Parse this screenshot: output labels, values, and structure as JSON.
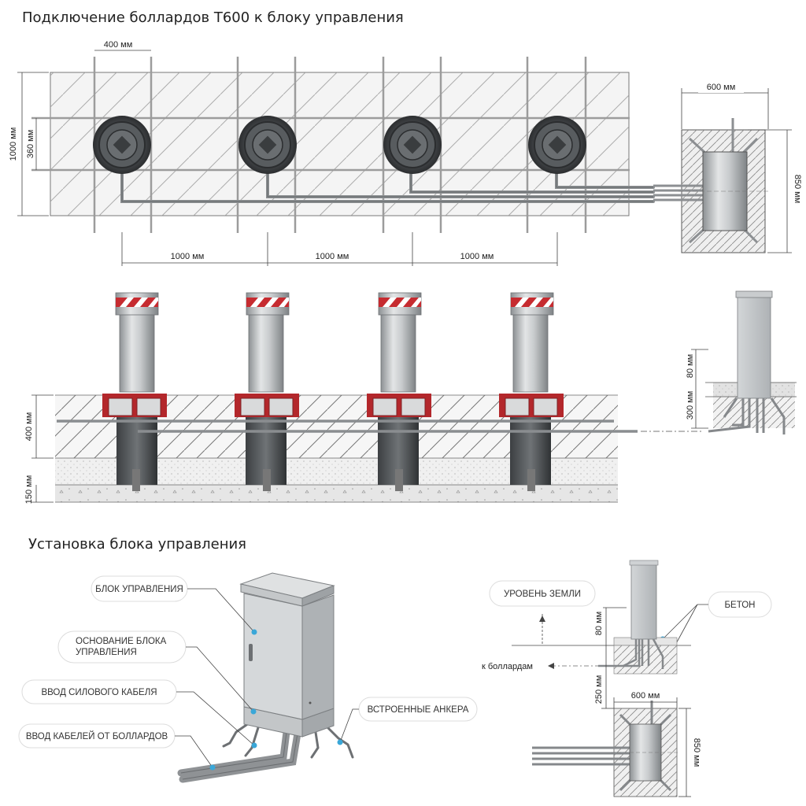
{
  "title_top": "Подключение боллардов Т600 к блоку управления",
  "title_bottom": "Установка блока управления",
  "plan": {
    "dim_400": "400 мм",
    "dim_1000_height": "1000 мм",
    "dim_360": "360 мм",
    "dim_1000_spacing": [
      "1000 мм",
      "1000 мм",
      "1000 мм"
    ],
    "dim_600": "600 мм",
    "dim_850": "850 мм"
  },
  "elevation": {
    "dim_400": "400 мм",
    "dim_150": "150 мм",
    "dim_80": "80 мм",
    "dim_300": "300 мм"
  },
  "installation": {
    "callouts": {
      "control_unit": "БЛОК УПРАВЛЕНИЯ",
      "unit_base": [
        "ОСНОВАНИЕ БЛОКА",
        "УПРАВЛЕНИЯ"
      ],
      "power_cable_inlet": "ВВОД СИЛОВОГО КАБЕЛЯ",
      "bollard_cable_inlet": "ВВОД КАБЕЛЕЙ ОТ БОЛЛАРДОВ",
      "built_in_anchors": "ВСТРОЕННЫЕ АНКЕРА",
      "ground_level": "УРОВЕНЬ ЗЕМЛИ",
      "concrete": "БЕТОН"
    },
    "to_bollards": "к боллардам",
    "dim_80": "80 мм",
    "dim_250": "250 мм",
    "dim_600": "600 мм",
    "dim_850": "850 мм"
  },
  "colors": {
    "accent_red": "#b3272b",
    "callout_dot": "#3aa7d8",
    "steel": "#a9acae"
  }
}
